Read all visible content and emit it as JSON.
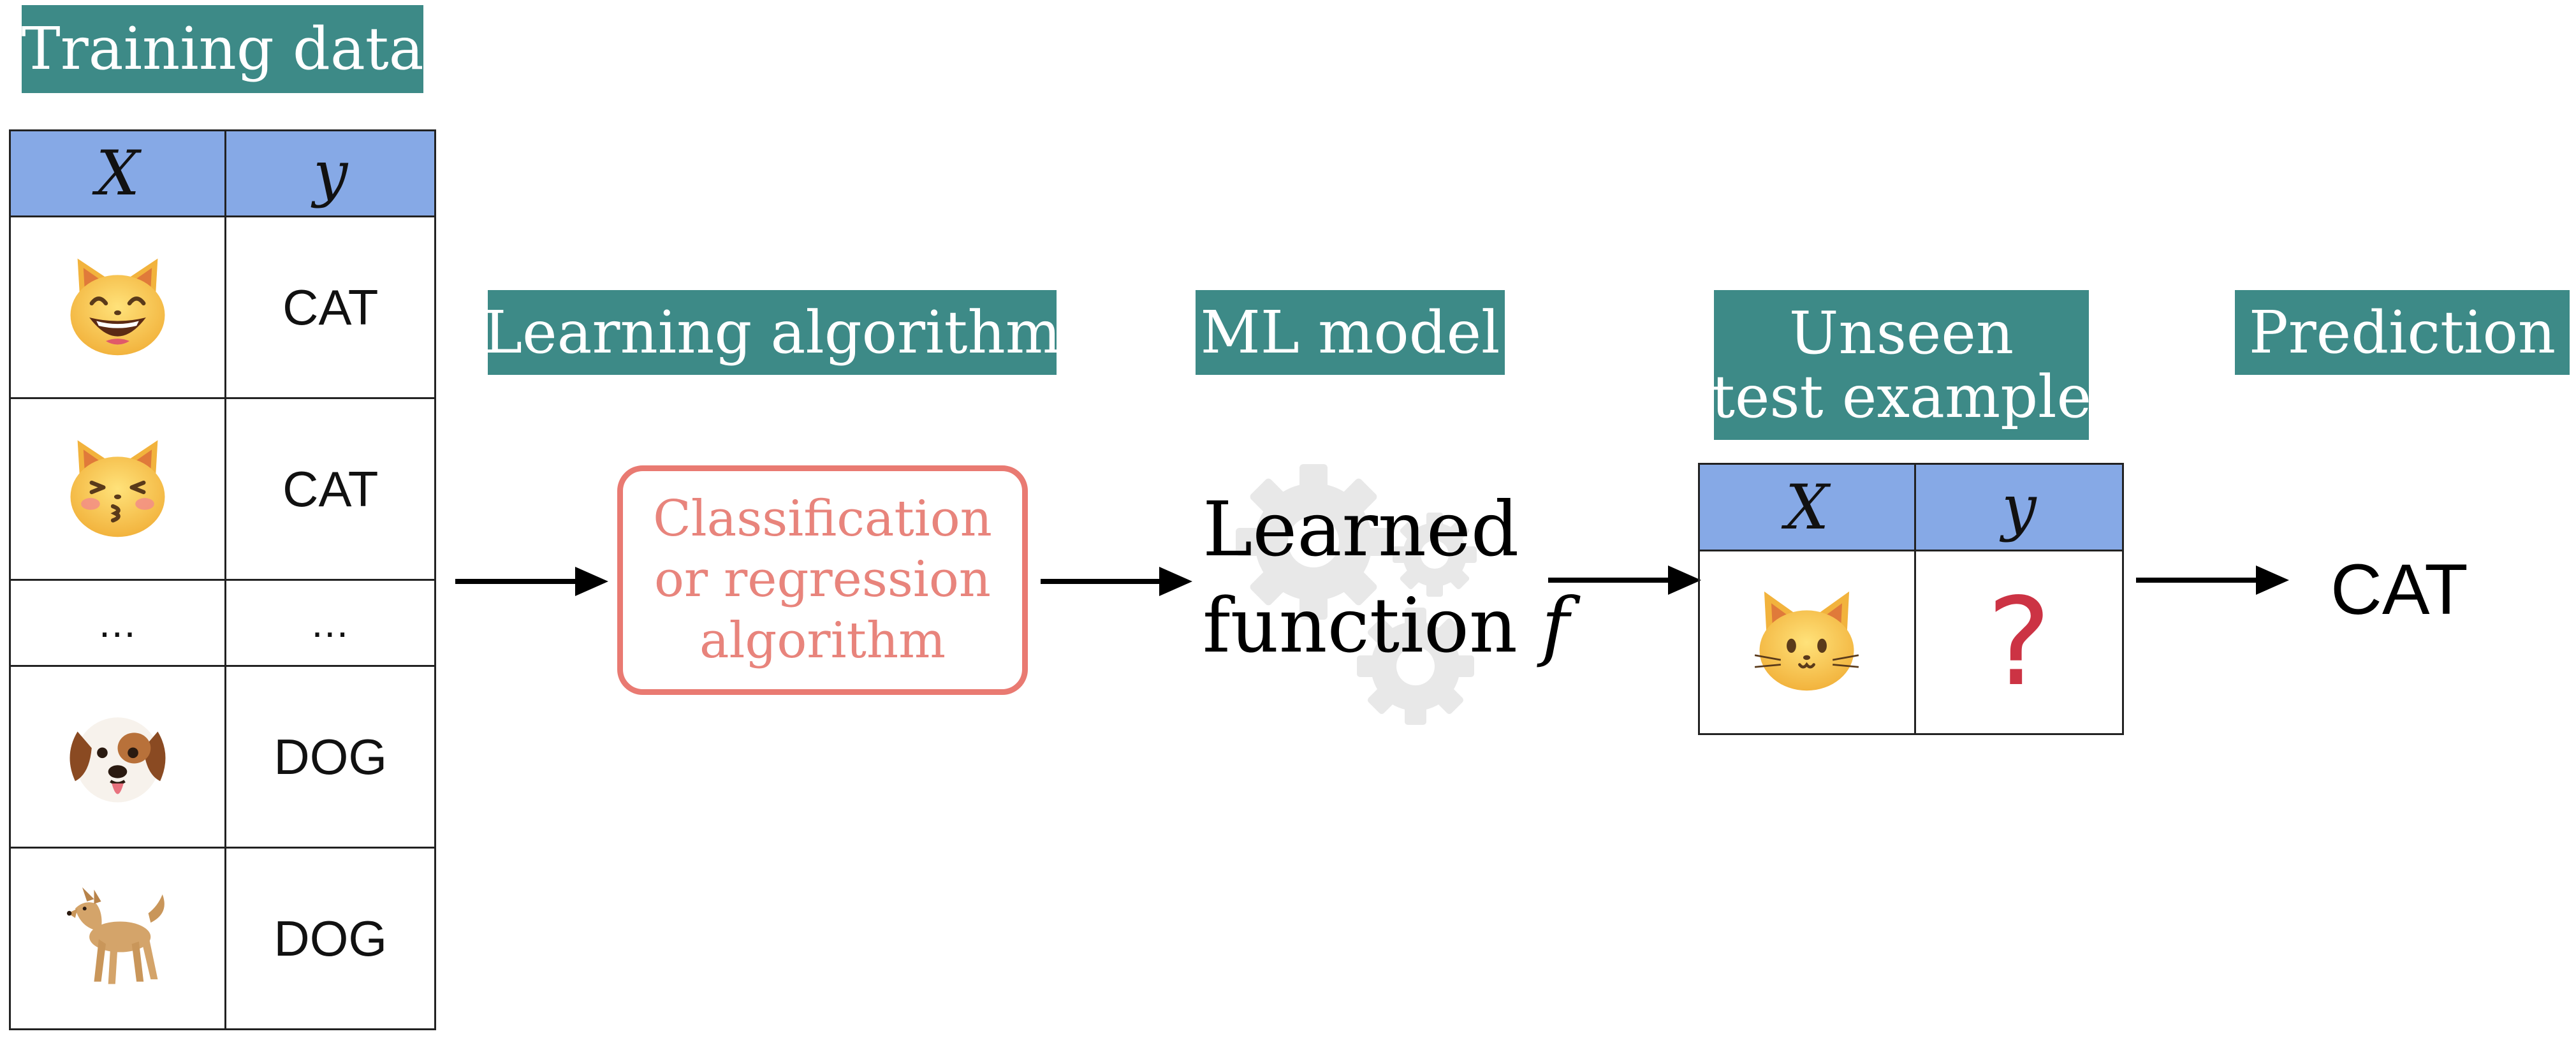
{
  "labels": {
    "training_data": "Training data",
    "learning_algorithm": "Learning algorithm",
    "ml_model": "ML model",
    "unseen_line1": "Unseen",
    "unseen_line2": "test example",
    "prediction": "Prediction"
  },
  "training_table": {
    "header_x": "X",
    "header_y": "y",
    "rows": [
      {
        "icon": "grinning-cat-emoji",
        "label": "CAT"
      },
      {
        "icon": "kissing-cat-emoji",
        "label": "CAT"
      },
      {
        "x_text": "...",
        "label": "..."
      },
      {
        "icon": "dog-face-emoji",
        "label": "DOG"
      },
      {
        "icon": "dog-emoji",
        "label": "DOG"
      }
    ]
  },
  "algorithm_box": {
    "line1": "Classification",
    "line2": "or regression",
    "line3": "algorithm"
  },
  "model": {
    "line1": "Learned",
    "line2": "function",
    "function_symbol": "f"
  },
  "test_table": {
    "header_x": "X",
    "header_y": "y",
    "x_icon": "cat-face-emoji",
    "y_value": "?"
  },
  "prediction_value": "CAT",
  "colors": {
    "label_bg": "#3d8a87",
    "table_header": "#86a9e6",
    "algorithm_border": "#e97a72",
    "algorithm_text": "#e8847c",
    "question_mark": "#cc3344",
    "gear": "#e6e6e6"
  }
}
